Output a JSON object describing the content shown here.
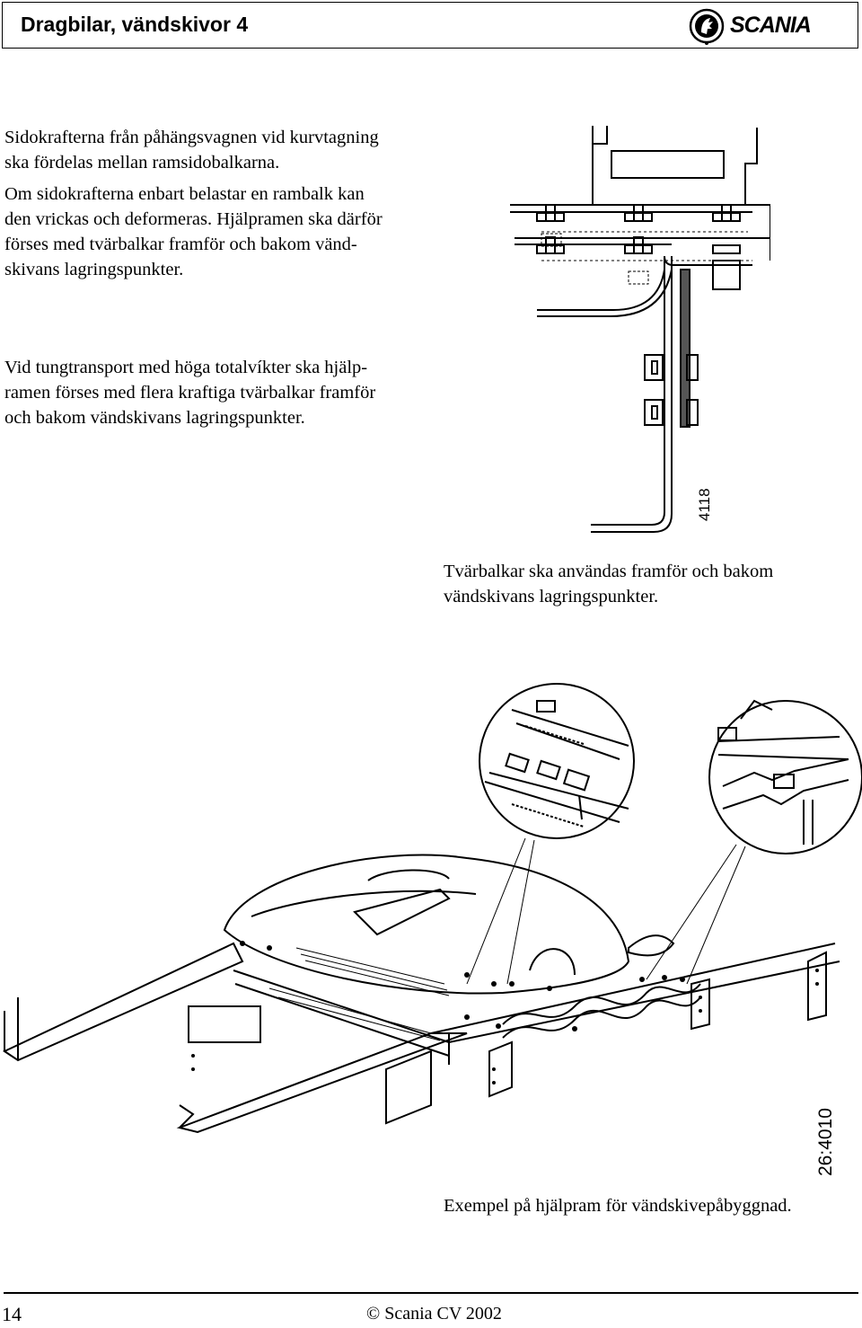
{
  "header": {
    "title": "Dragbilar, vändskivor 4",
    "logo_text": "SCANIA",
    "logo_icon": "griffin-emblem-icon"
  },
  "body": {
    "para1": [
      "Sidokrafterna från påhängsvagnen vid kurvtagning",
      "ska fördelas mellan ramsidobalkarna."
    ],
    "para2": [
      "Om sidokrafterna enbart belastar en rambalk kan",
      "den vrickas och deformeras. Hjälpramen ska därför",
      "förses med tvärbalkar framför och bakom vänd-",
      "skivans lagringspunkter."
    ],
    "para3": [
      "Vid tungtransport med höga totalvíkter ska hjälp-",
      "ramen förses med flera kraftiga tvärbalkar framför",
      "och bakom vändskivans lagringspunkter."
    ]
  },
  "figure1": {
    "label": "4118",
    "caption": [
      "Tvärbalkar ska användas framför och bakom",
      "vändskivans lagringspunkter."
    ]
  },
  "figure2": {
    "label": "26:4010",
    "caption": "Exempel på hjälpram för vändskivepåbyggnad."
  },
  "footer": {
    "page_number": "14",
    "copyright": "© Scania CV 2002"
  }
}
